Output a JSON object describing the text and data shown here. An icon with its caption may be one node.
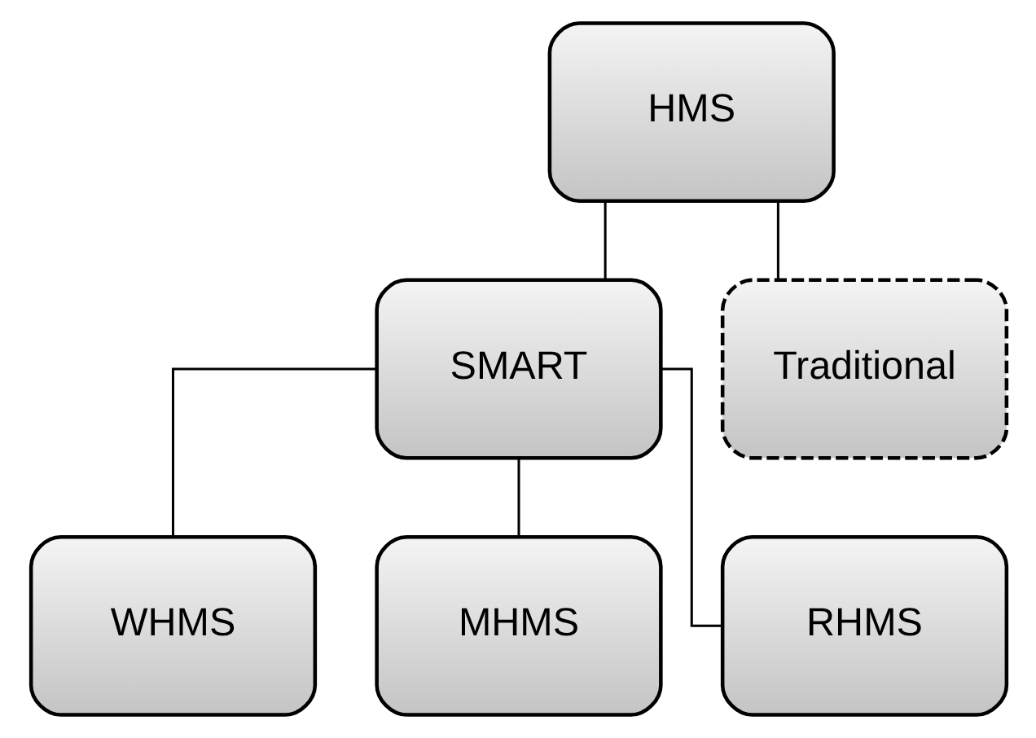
{
  "diagram": {
    "nodes": [
      {
        "text": [
          "HMS"
        ]
      },
      {
        "text": [
          "SMART"
        ]
      },
      {
        "text": [
          "Traditional"
        ]
      },
      {
        "text": [
          "WHMS"
        ]
      },
      {
        "text": [
          "MHMS"
        ]
      },
      {
        "text": [
          "RHMS"
        ]
      }
    ],
    "edges": [
      {
        "from": 0,
        "to": 1,
        "arrow": "none"
      },
      {
        "from": 0,
        "to": 2,
        "arrow": "none"
      },
      {
        "from": 1,
        "to": 3,
        "arrow": "none"
      },
      {
        "from": 1,
        "to": 4,
        "arrow": "none"
      },
      {
        "from": 1,
        "to": 5,
        "arrow": "none"
      }
    ]
  }
}
